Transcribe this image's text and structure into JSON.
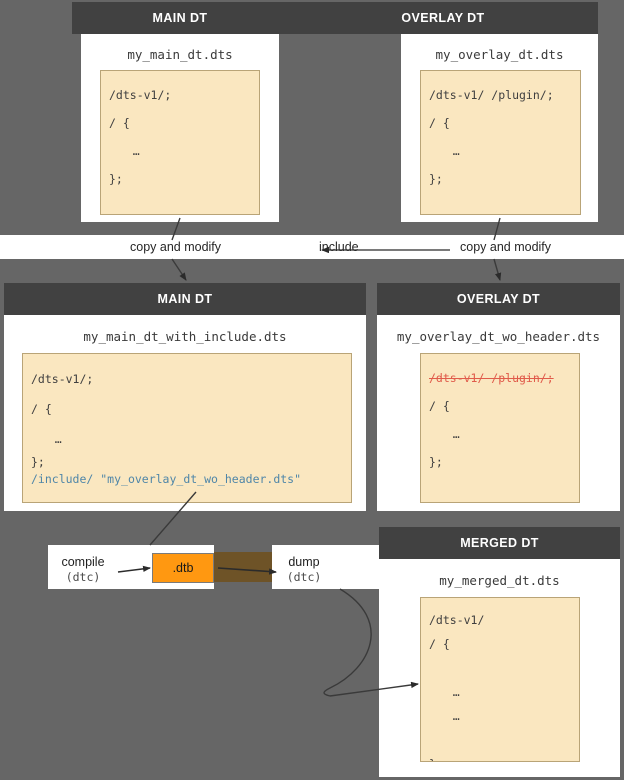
{
  "diagram": {
    "background_color": "#666666",
    "header_color": "#414141",
    "code_bg_color": "#fae7c0",
    "accent_orange": "#FF9811",
    "strike_color": "#e05b4a",
    "include_color": "#4f86a8"
  },
  "row1": {
    "main": {
      "header": "MAIN DT",
      "file": "my_main_dt.dts",
      "code": [
        "/dts-v1/;",
        "/ {",
        "   …",
        "};"
      ]
    },
    "overlay": {
      "header": "OVERLAY DT",
      "file": "my_overlay_dt.dts",
      "code": [
        "/dts-v1/ /plugin/;",
        "/ {",
        "   …",
        "};"
      ]
    }
  },
  "band": {
    "copy_modify_left": "copy and modify",
    "include": "include",
    "copy_modify_right": "copy and modify"
  },
  "row2": {
    "main": {
      "header": "MAIN DT",
      "file": "my_main_dt_with_include.dts",
      "code": [
        "/dts-v1/;",
        "/ {",
        "   …",
        "};"
      ],
      "include_keyword": "/include/",
      "include_target": "\"my_overlay_dt_wo_header.dts\""
    },
    "overlay": {
      "header": "OVERLAY DT",
      "file": "my_overlay_dt_wo_header.dts",
      "struck_line": "/dts-v1/ /plugin/;",
      "code": [
        "/ {",
        "   …",
        "};"
      ]
    }
  },
  "pipeline": {
    "compile_label": "compile",
    "compile_tool": "(dtc)",
    "artifact": ".dtb",
    "dump_label": "dump",
    "dump_tool": "(dtc)"
  },
  "row3": {
    "merged": {
      "header": "MERGED DT",
      "file": "my_merged_dt.dts",
      "code": [
        "/dts-v1/",
        "/ {",
        "",
        "   …",
        "   …",
        "",
        "};"
      ]
    }
  }
}
